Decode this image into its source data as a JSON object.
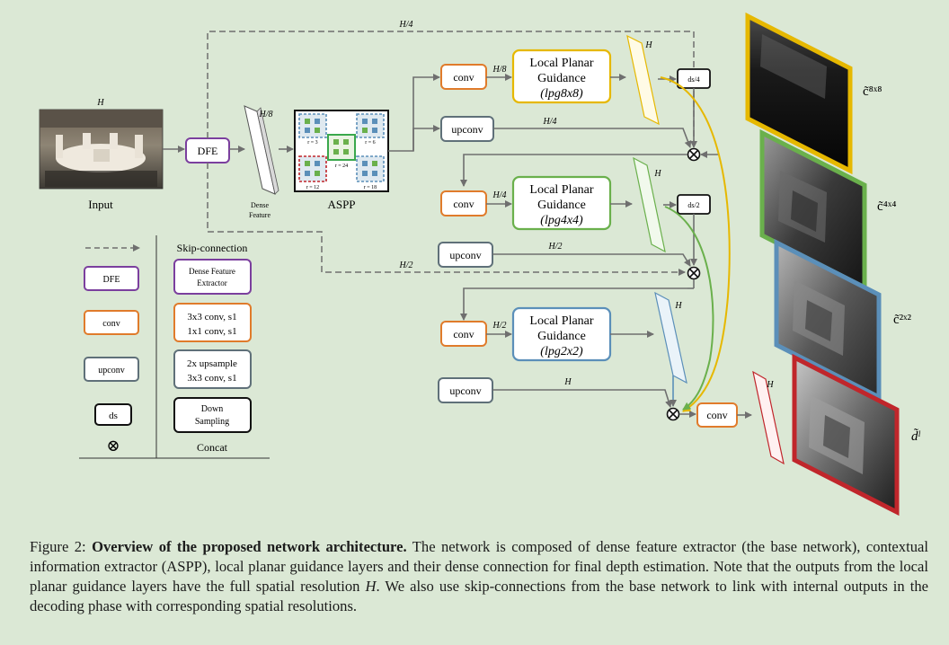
{
  "input": {
    "label": "Input",
    "res": "H"
  },
  "dfe": {
    "label": "DFE",
    "res": "H/8",
    "dense_line1": "Dense",
    "dense_line2": "Feature"
  },
  "aspp": {
    "label": "ASPP",
    "rates": [
      "r = 3",
      "r = 6",
      "r = 24",
      "r = 12",
      "r = 18"
    ]
  },
  "skips": {
    "top": "H/4",
    "mid": "H/2"
  },
  "blocks": {
    "conv": "conv",
    "upconv": "upconv",
    "lpg_title1": "Local Planar",
    "lpg_title2": "Guidance",
    "lpg8": "(lpg8x8)",
    "lpg4": "(lpg4x4)",
    "lpg2": "(lpg2x2)",
    "ds4": "ds/4",
    "ds2": "ds/2"
  },
  "edge_labels": {
    "h8": "H/8",
    "h4_a": "H/4",
    "h4_b": "H/4",
    "h2_a": "H/2",
    "h2_b": "H/2",
    "h": "H",
    "out_h1": "H",
    "out_h2": "H",
    "out_h3": "H",
    "out_h4": "H"
  },
  "outputs": {
    "c8": "c̃⁸ˣ⁸",
    "c4": "c̃⁴ˣ⁴",
    "c2": "c̃²ˣ²",
    "d": "d̃ˡ"
  },
  "legend": {
    "header": "Skip-connection",
    "rows": [
      {
        "key": "DFE",
        "desc1": "Dense Feature",
        "desc2": "Extractor"
      },
      {
        "key": "conv",
        "desc1": "3x3 conv, s1",
        "desc2": "1x1 conv, s1"
      },
      {
        "key": "upconv",
        "desc1": "2x upsample",
        "desc2": "3x3 conv, s1"
      },
      {
        "key": "ds",
        "desc1": "Down",
        "desc2": "Sampling"
      },
      {
        "key": "⊗",
        "desc1": "Concat",
        "desc2": ""
      }
    ]
  },
  "colors": {
    "background": "#dbe8d5",
    "purple": "#7b3f9e",
    "orange": "#e07b2b",
    "yellow": "#e6b800",
    "green": "#6ab04c",
    "blue": "#5b8fb9",
    "red": "#c0262b",
    "gray": "#6f6f6f"
  },
  "caption": {
    "figure": "Figure 2:",
    "title": "Overview of the proposed network architecture.",
    "body1": "The network is composed of dense feature extractor (the base network), contextual information extractor (ASPP), local planar guidance layers and their dense connection for final depth estimation. Note that the outputs from the local planar guidance layers have the full spatial resolution",
    "res_symbol": "H",
    "body2": ". We also use skip-connections from the base network to link with internal outputs in the decoding phase with corresponding spatial resolutions."
  }
}
